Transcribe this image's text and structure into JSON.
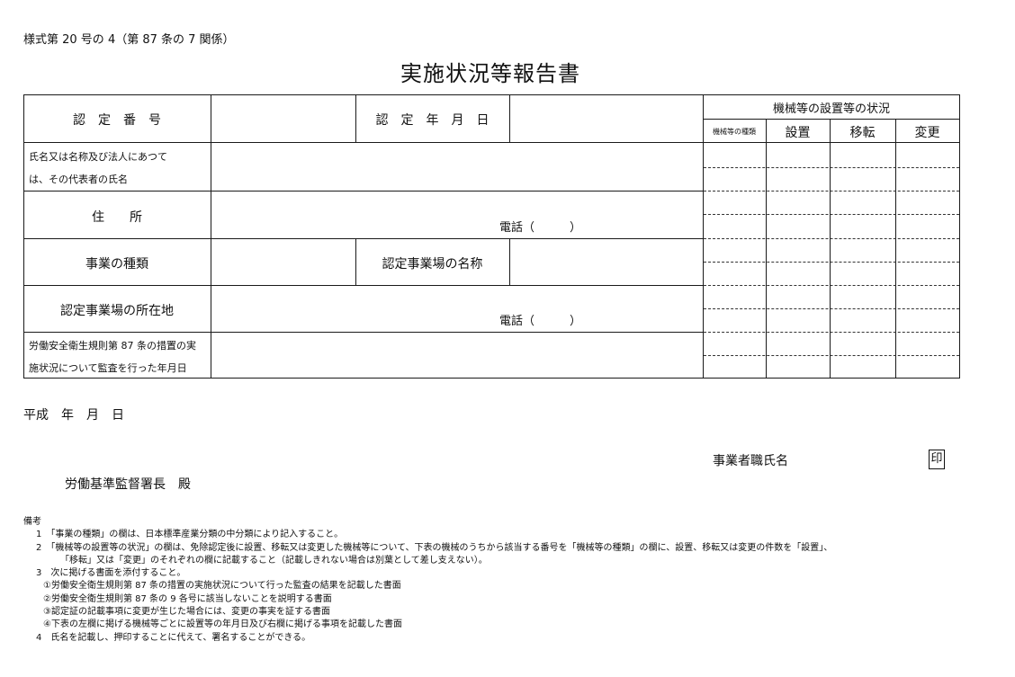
{
  "header": {
    "form_code": "様式第 20 号の 4（第 87 条の 7 関係）",
    "title": "実施状況等報告書"
  },
  "table": {
    "cert_number": "認　定　番　号",
    "cert_date": "認　定　年　月　日",
    "name_line1": "氏名又は名称及び法人にあつて",
    "name_line2": "は、その代表者の氏名",
    "address": "住　　所",
    "phone1": "電話（　　　）",
    "business_type": "事業の種類",
    "site_name": "認定事業場の名称",
    "site_location": "認定事業場の所在地",
    "phone2": "電話（　　　）",
    "audit_line1": "労働安全衛生規則第 87 条の措置の実",
    "audit_line2": "施状況について監査を行った年月日",
    "machinery_header": "機械等の設置等の状況",
    "machinery_type": "機械等の種類",
    "install": "設置",
    "transfer": "移転",
    "change": "変更"
  },
  "footer": {
    "date": "平成　年　月　日",
    "employer": "事業者職氏名",
    "seal": "印",
    "addressee": "労働基準監督署長",
    "honorific": "殿"
  },
  "notes": {
    "heading": "備考",
    "items": [
      "1　「事業の種類」の欄は、日本標準産業分類の中分類により記入すること。",
      "2　「機械等の設置等の状況」の欄は、免除認定後に設置、移転又は変更した機械等について、下表の機械のうちから該当する番号を「機械等の種類」の欄に、設置、移転又は変更の件数を「設置」、",
      "「移転」又は「変更」のそれぞれの欄に記載すること（記載しきれない場合は別葉として差し支えない）。",
      "3　次に掲げる書面を添付すること。",
      "①労働安全衛生規則第 87 条の措置の実施状況について行った監査の結果を記載した書面",
      "②労働安全衛生規則第 87 条の 9 各号に該当しないことを説明する書面",
      "③認定証の記載事項に変更が生じた場合には、変更の事実を証する書面",
      "④下表の左欄に掲げる機械等ごとに設置等の年月日及び右欄に掲げる事項を記載した書面",
      "4　氏名を記載し、押印することに代えて、署名することができる。"
    ]
  }
}
